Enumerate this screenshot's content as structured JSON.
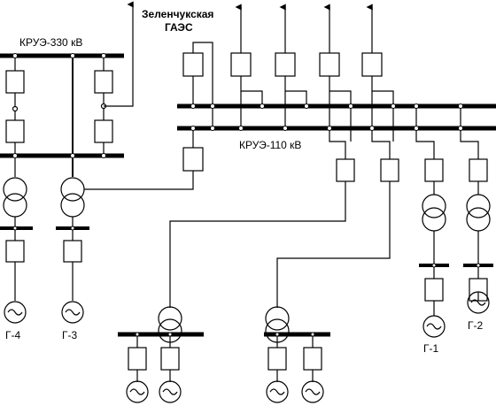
{
  "labels": {
    "kruz330": "КРУЭ-330 кВ",
    "kruz110": "КРУЭ-110 кВ",
    "station_line1": "Зеленчукская",
    "station_line2": "ГАЭС",
    "g1": "Г-1",
    "g2": "Г-2",
    "g3": "Г-3",
    "g4": "Г-4"
  }
}
